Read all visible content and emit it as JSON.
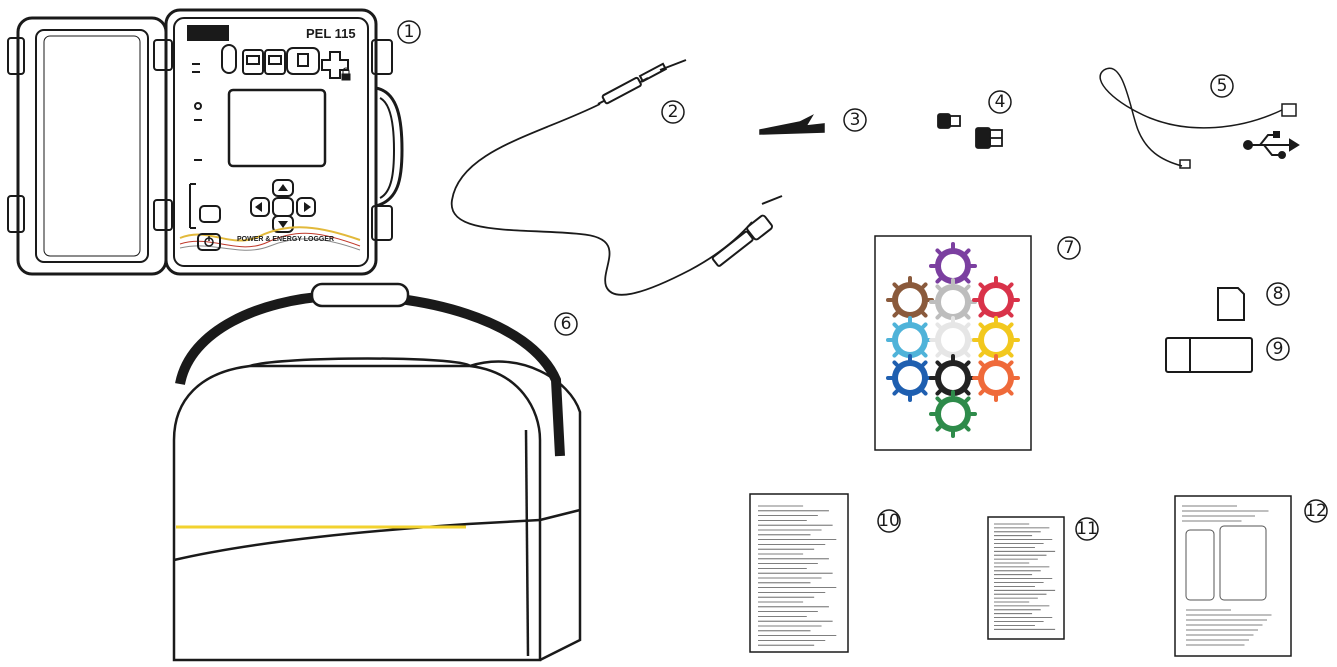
{
  "device": {
    "model": "PEL 115",
    "front_label": "POWER & ENERGY LOGGER"
  },
  "callouts": [
    "1",
    "2",
    "3",
    "4",
    "5",
    "6",
    "7",
    "8",
    "9",
    "10",
    "11",
    "12"
  ],
  "colors": {
    "ink": "#1a1a1a",
    "bag_stripe": "#f2d22e",
    "ring_purple": "#7b3fa0",
    "ring_brown": "#8a5a3c",
    "ring_grey": "#bdbdbd",
    "ring_red": "#d9334a",
    "ring_cyan": "#4fb3d9",
    "ring_white": "#e6e6e6",
    "ring_yellow": "#f2c81e",
    "ring_blue": "#1f5fb0",
    "ring_black": "#222222",
    "ring_orange": "#ef6a3a",
    "ring_green": "#2e8b4a"
  },
  "icons": [
    "usb-icon",
    "padlock-icon",
    "power-button-icon"
  ]
}
